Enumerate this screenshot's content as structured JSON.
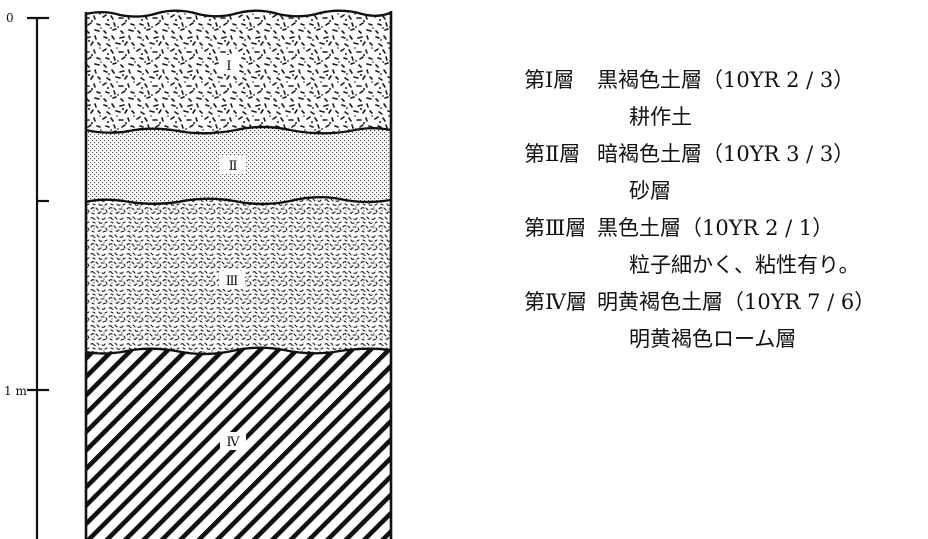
{
  "scale": {
    "top_label": "0",
    "meter_label": "1 m"
  },
  "layers": [
    {
      "numeral": "Ⅰ",
      "name": "第Ⅰ層",
      "description": "黒褐色土層（10YR 2 / 3）",
      "note": "耕作土",
      "pattern": "coarse-speckle"
    },
    {
      "numeral": "Ⅱ",
      "name": "第Ⅱ層",
      "description": "暗褐色土層（10YR 3 / 3）",
      "note": "砂層",
      "pattern": "fine-dots"
    },
    {
      "numeral": "Ⅲ",
      "name": "第Ⅲ層",
      "description": "黒色土層（10YR 2 / 1）",
      "note": "粒子細かく、粘性有り。",
      "pattern": "dense-speckle"
    },
    {
      "numeral": "Ⅳ",
      "name": "第Ⅳ層",
      "description": "明黄褐色土層（10YR 7 / 6）",
      "note": "明黄褐色ローム層",
      "pattern": "diagonal-hatch"
    }
  ]
}
